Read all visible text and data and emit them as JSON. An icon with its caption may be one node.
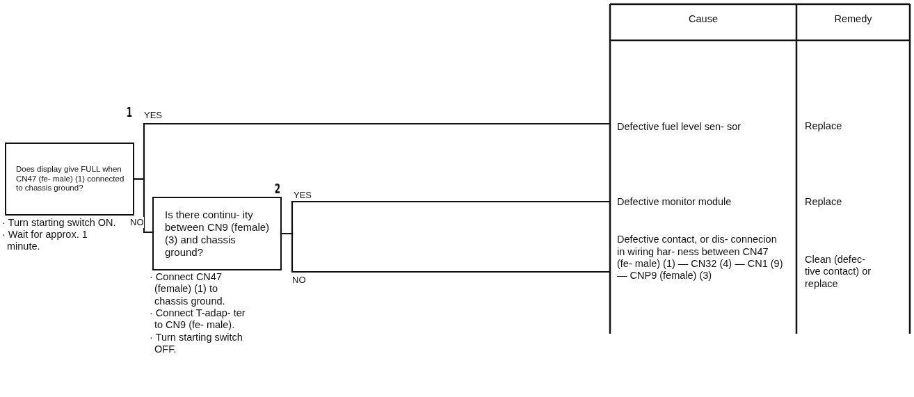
{
  "diagram": {
    "nodes": [
      {
        "text": [
          "Does display give FULL when CN47 (fe- male) (1) connected to chassis ground?"
        ],
        "beside": [
          "1",
          "· Turn starting switch ON.",
          "· Wait for approx. 1 minute."
        ]
      },
      {
        "text": [
          "Is there continu- ity between CN9 (female) (3) and chassis ground?"
        ],
        "beside": [
          "2",
          "· Connect CN47 (female) (1) to chassis ground.",
          "· Connect T-adap- ter to CN9 (fe- male).",
          "· Turn starting switch OFF."
        ]
      },
      {
        "text": [
          "Defective fuel level sen- sor"
        ]
      },
      {
        "text": [
          "Defective monitor module"
        ]
      },
      {
        "text": [
          "Defective contact, or dis- connecion in wiring har- ness between CN47 (fe- male) (1) — CN32 (4) — CN1 (9) — CNP9 (female) (3)"
        ]
      }
    ],
    "edges": [
      {
        "from": 0,
        "to": 2,
        "arrow": "none",
        "label": "YES"
      },
      {
        "from": 0,
        "to": 1,
        "arrow": "none",
        "label": "NO"
      },
      {
        "from": 1,
        "to": 3,
        "arrow": "none",
        "label": "YES"
      },
      {
        "from": 1,
        "to": 4,
        "arrow": "none",
        "label": "NO"
      }
    ],
    "labels": [
      "Cause",
      "Remedy",
      "Replace",
      "Replace",
      "Clean (defec- tive contact) or replace"
    ]
  }
}
